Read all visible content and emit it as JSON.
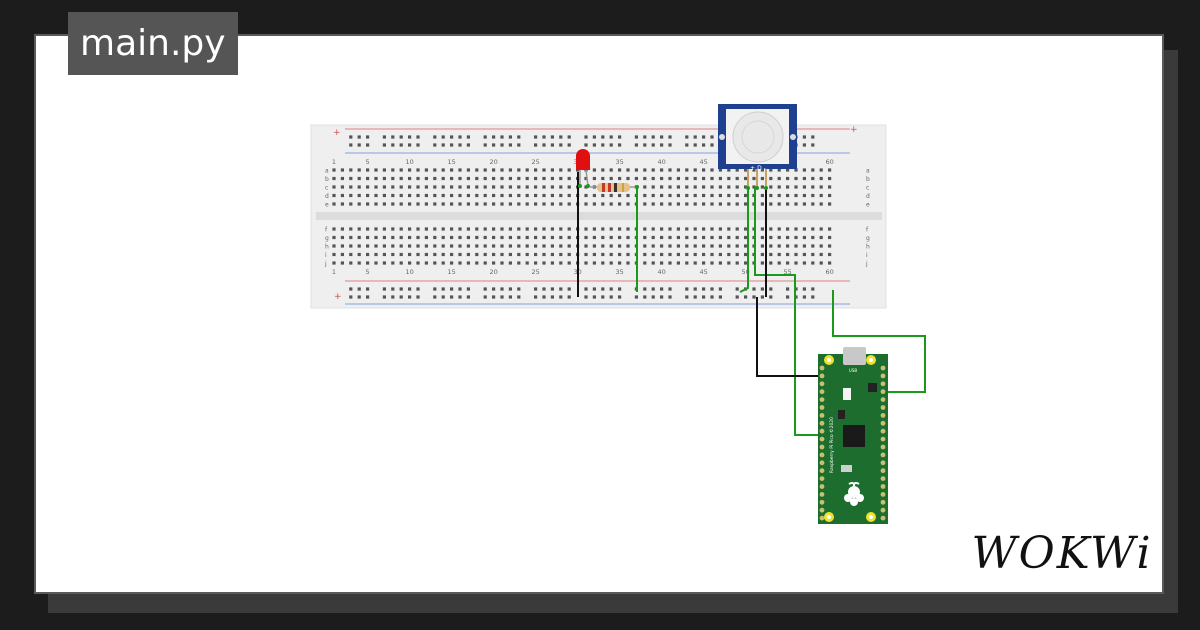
{
  "file_tab": {
    "label": "main.py"
  },
  "breadcrumb_logo": {
    "text": "WOKWi"
  },
  "breadboard": {
    "column_labels": [
      "1",
      "5",
      "10",
      "15",
      "20",
      "25",
      "30",
      "35",
      "40",
      "45",
      "50",
      "55",
      "60"
    ],
    "row_labels_top": [
      "a",
      "b",
      "c",
      "d",
      "e"
    ],
    "row_labels_bottom": [
      "f",
      "g",
      "h",
      "i",
      "j"
    ],
    "rail_plus": "+",
    "rail_minus": "-"
  },
  "pir_sensor": {
    "pin_labels": "+ D -"
  },
  "pico": {
    "usb_label": "USB",
    "board_label": "Raspberry Pi Pico ©2020"
  },
  "colors": {
    "wire_green": "#1a9a1a",
    "wire_black": "#111111",
    "board_green": "#1d6e2e",
    "pir_blue": "#1f3f8f",
    "led_red": "#e01010"
  }
}
